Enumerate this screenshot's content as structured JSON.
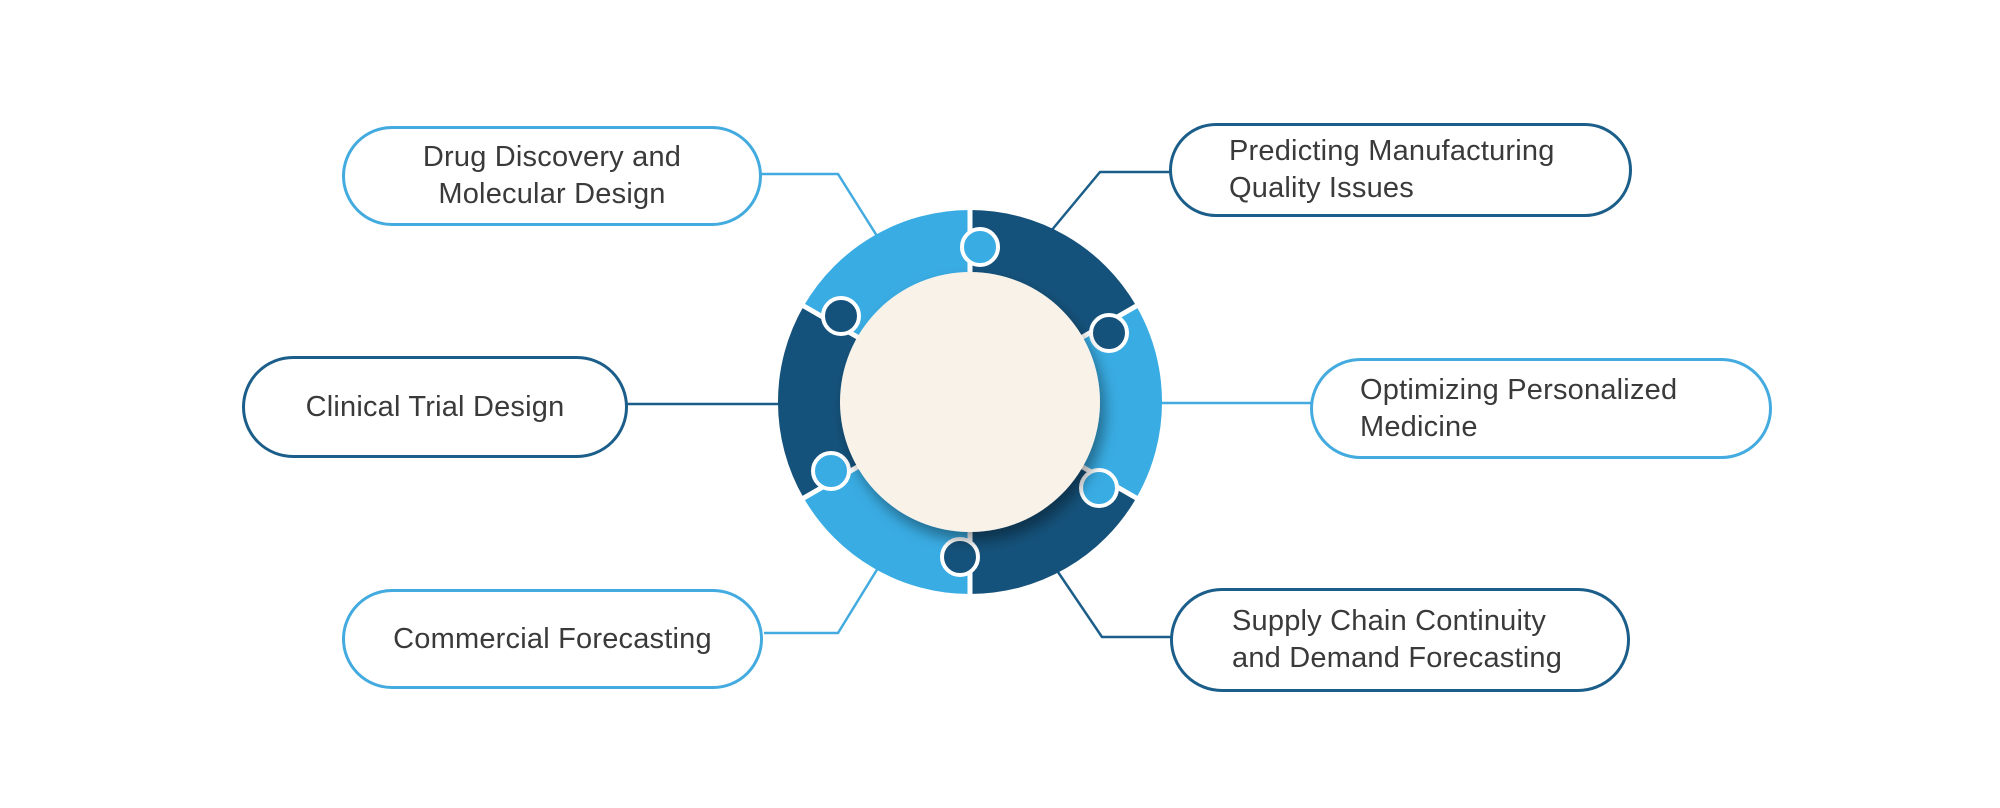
{
  "diagram": {
    "nodes": [
      {
        "id": "drug-discovery",
        "lines": [
          "Drug Discovery and",
          "Molecular Design"
        ],
        "accent": "light"
      },
      {
        "id": "predicting-quality",
        "lines": [
          "Predicting Manufacturing",
          "Quality Issues"
        ],
        "accent": "dark"
      },
      {
        "id": "clinical-trial",
        "lines": [
          "Clinical Trial Design"
        ],
        "accent": "dark"
      },
      {
        "id": "optimizing-medicine",
        "lines": [
          "Optimizing Personalized",
          "Medicine"
        ],
        "accent": "light"
      },
      {
        "id": "commercial-forecasting",
        "lines": [
          "Commercial Forecasting"
        ],
        "accent": "light"
      },
      {
        "id": "supply-chain",
        "lines": [
          "Supply Chain Continuity",
          "and Demand Forecasting"
        ],
        "accent": "dark"
      }
    ],
    "center_graphic": "six-piece-puzzle-ring",
    "colors": {
      "light_blue": "#39ACE3",
      "dark_blue": "#15527B",
      "box_border_light": "#43ABDF",
      "box_border_dark": "#1B5E8A",
      "center_fill": "#F8F2E9",
      "text": "#3A3A3A",
      "background": "#FFFFFF"
    }
  }
}
